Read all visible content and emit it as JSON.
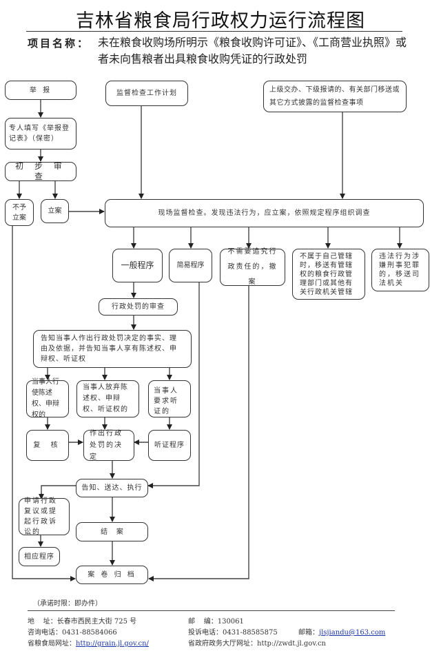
{
  "title": "吉林省粮食局行政权力运行流程图",
  "project": {
    "label": "项目名称：",
    "name": "未在粮食收购场所明示《粮食收购许可证》、《工商营业执照》或者未向售粮者出具粮食收购凭证的行政处罚"
  },
  "nodes": {
    "report": "举  报",
    "register": "专人填写《举报登记表》（保密）",
    "preliminary_review": "初 步 审 查",
    "not_filed": "不予立案",
    "filed": "立案",
    "inspection_plan": "监督检查工作计划",
    "other_sources": "上级交办、下级报请的、有关部门移送或其它方式披露的监督检查事项",
    "onsite_inspection": "现场监督检查。发现违法行为，应立案，依照规定程序组织调查",
    "general_procedure": "一般程序",
    "simple_procedure": "简易程序",
    "no_liability": "不需要追究行政责任的，撤案",
    "not_jurisdiction": "不属于自己管辖时，移送有管辖权的粮食行政管理部门或其他有关行政机关管辖",
    "criminal": "违法行为涉嫌刑事犯罪的，移送司法机关",
    "penalty_review": "行政处罚的审查",
    "notify_rights": "告知当事人作出行政处罚决定的事实、理由及依据，并告知当事人享有陈述权、申辩权、听证权",
    "exercise_rights": "当事人行使陈述权、申辩权的",
    "waive_rights": "当事人放弃陈述权、申辩权、听证权的",
    "request_hearing": "当事人要求听证的",
    "recheck": "复  核",
    "make_decision": "作出行政处罚的决定",
    "hearing_procedure": "听证程序",
    "notify_deliver_execute": "告知、送达、执行",
    "appeal": "申请行政复议或提起行政诉讼的",
    "corresponding_procedure": "相应程序",
    "close_case": "结    案",
    "archive": "案 卷 归 档"
  },
  "promise": "（承诺时限：即办件）",
  "footer": {
    "address_label": "地    址：",
    "address": "长春市西民主大街 725 号",
    "postcode_label": "邮    编：",
    "postcode": "130061",
    "consult_label": "咨询电话：",
    "consult_phone": "0431-88584066",
    "complaint_label": "投诉电话：",
    "complaint_phone": "0431-88585875",
    "email_label": "邮箱：",
    "email": "jlsjiandu@163.com",
    "site_label": "省粮食局网址：",
    "site_url": "http://grain.jl.gov.cn/",
    "gov_site_label": "省政府政务大厅网址：",
    "gov_site_url": "http://zwdt.jl.gov.cn"
  },
  "colors": {
    "line": "#333333",
    "link": "#1a33a8"
  }
}
